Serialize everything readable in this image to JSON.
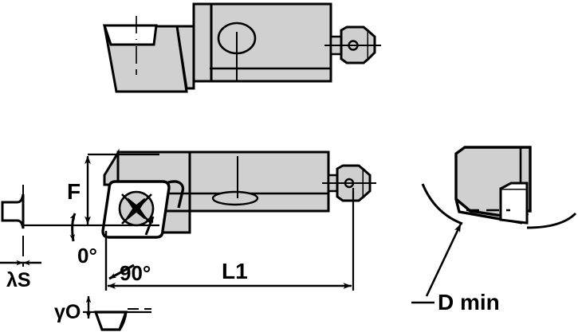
{
  "drawing": {
    "title": "Boring bar tool holder dimensional drawing",
    "colors": {
      "body_fill": "#d0d0d0",
      "outline": "#000000",
      "background": "#ffffff",
      "insert_fill": "#ffffff",
      "screw_fill": "#cfcfcf"
    },
    "views": {
      "top": {
        "name": "top-view"
      },
      "side": {
        "name": "side-view"
      },
      "detail": {
        "name": "d-min-detail-view"
      }
    },
    "labels": {
      "f": "F",
      "l1": "L1",
      "angle_zero": "0°",
      "angle_ninety": "90°",
      "lambda_s": "λS",
      "gamma_o": "γO",
      "d_min": "D min"
    }
  }
}
